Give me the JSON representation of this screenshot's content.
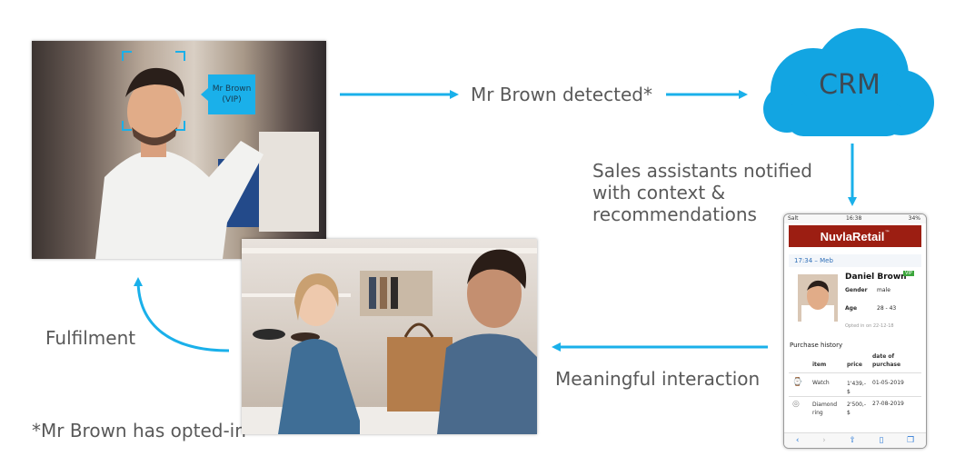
{
  "labels": {
    "detected": "Mr Brown detected*",
    "crm": "CRM",
    "notified_l1": "Sales assistants notified",
    "notified_l2": "with context &",
    "notified_l3": "recommendations",
    "interaction": "Meaningful interaction",
    "fulfilment": "Fulfilment",
    "footnote": "*Mr Brown has opted-in"
  },
  "face_tag": {
    "line1": "Mr Brown",
    "line2": "(VIP)"
  },
  "phone": {
    "status_carrier": "Salt",
    "status_time": "16:38",
    "status_battery": "34%",
    "brand": "NuvlaRetail",
    "trademark": "™",
    "header_link": "17:34 – Meb",
    "customer_name": "Daniel Brown",
    "vip_badge": "VIP",
    "gender_label": "Gender",
    "gender_value": "male",
    "age_label": "Age",
    "age_value": "28 - 43",
    "opted_in": "Opted in on 22-12-18",
    "purchase_history": "Purchase history",
    "table_headers": [
      "item",
      "price",
      "date of purchase"
    ],
    "rows": [
      {
        "item": "Watch",
        "price": "1'439,- $",
        "date": "01-05-2019"
      },
      {
        "item": "Diamond ring",
        "price": "2'500,- $",
        "date": "27-08-2019"
      }
    ]
  },
  "colors": {
    "accent": "#1ab0ea",
    "cloud": "#12a5e2",
    "brand_bar": "#9c1e12",
    "text": "#595959"
  }
}
